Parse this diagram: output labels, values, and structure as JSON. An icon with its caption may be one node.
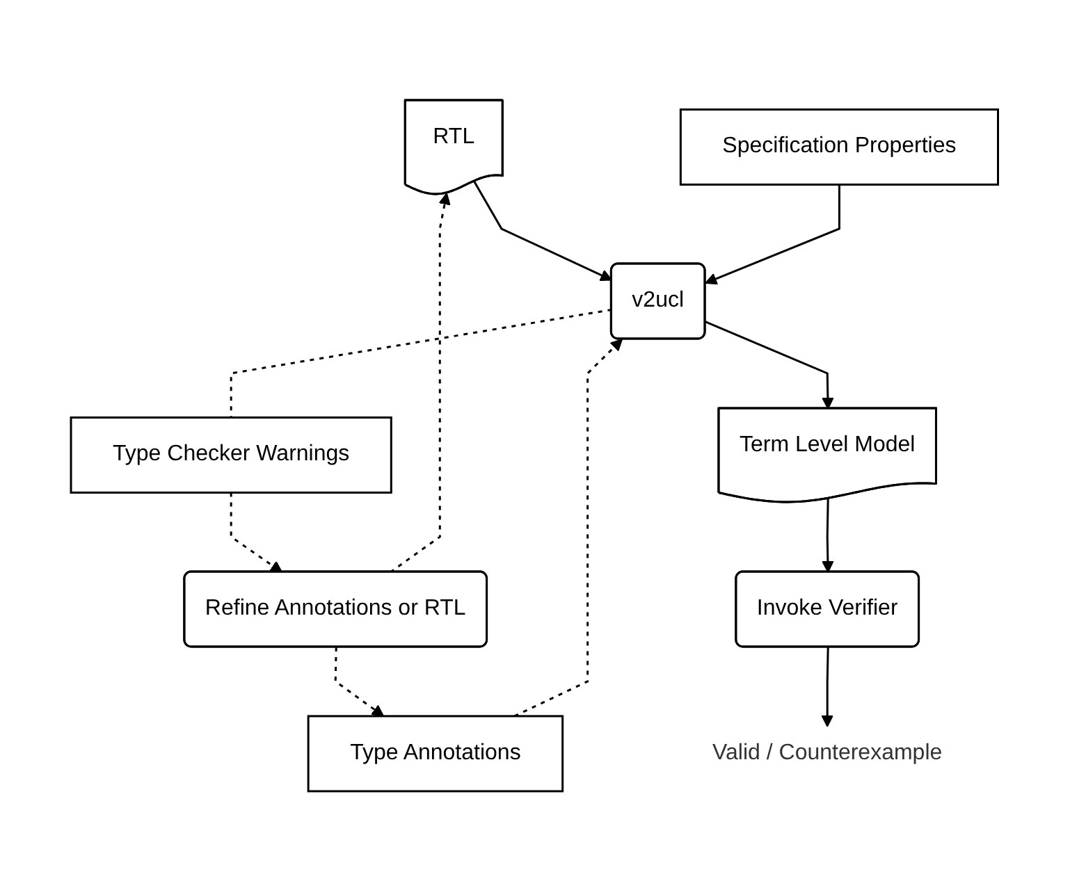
{
  "diagram": {
    "nodes": [
      {
        "text": [
          "RTL"
        ]
      },
      {
        "text": [
          "Type Annotations"
        ]
      },
      {
        "text": [
          "Refine Annotations or RTL"
        ]
      },
      {
        "text": [
          "Specification Properties"
        ]
      },
      {
        "text": [
          "v2ucl"
        ]
      },
      {
        "text": [
          "Type Checker Warnings"
        ]
      },
      {
        "text": [
          "Term Level Model"
        ]
      },
      {
        "text": [
          "Invoke Verifier"
        ]
      },
      {
        "text": [
          "Valid / Counterexample"
        ]
      }
    ],
    "edges": [
      {
        "from": 2,
        "to": 0,
        "arrow": "to",
        "style": "dashed"
      },
      {
        "from": 2,
        "to": 1,
        "arrow": "to",
        "style": "dashed"
      },
      {
        "from": 0,
        "to": 4,
        "arrow": "to"
      },
      {
        "from": 1,
        "to": 4,
        "arrow": "to",
        "style": "dashed"
      },
      {
        "from": 3,
        "to": 4,
        "arrow": "to"
      },
      {
        "from": 4,
        "to": 5,
        "arrow": "none",
        "style": "dashed"
      },
      {
        "from": 5,
        "to": 2,
        "arrow": "to",
        "style": "dashed"
      },
      {
        "from": 4,
        "to": 6,
        "arrow": "to"
      },
      {
        "from": 6,
        "to": 7,
        "arrow": "to"
      },
      {
        "from": 7,
        "to": 8,
        "arrow": "to"
      }
    ]
  }
}
